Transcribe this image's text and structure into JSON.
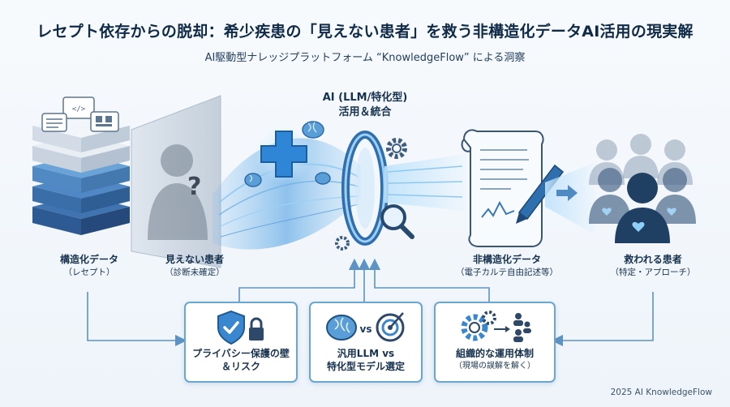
{
  "header": {
    "title": "レセプト依存からの脱却：希少疾患の「見えない患者」を救う非構造化データAI活用の現実解",
    "subtitle": "AI駆動型ナレッジプラットフォーム “KnowledgeFlow” による洞察"
  },
  "ai": {
    "line1": "AI (LLM/特化型)",
    "line2": "活用＆統合"
  },
  "nodes": {
    "structured": {
      "label": "構造化データ",
      "sub": "（レセプト）"
    },
    "invisible": {
      "label": "見えない患者",
      "sub": "（診断未確定）"
    },
    "unstructured": {
      "label": "非構造化データ",
      "sub": "（電子カルテ自由記述等）"
    },
    "saved": {
      "label": "救われる患者",
      "sub": "（特定・アプローチ）"
    }
  },
  "challenges": [
    {
      "line1": "プライバシー保護の壁",
      "line2": "＆リスク",
      "icon": "shield-lock-icon"
    },
    {
      "line1": "汎用LLM vs",
      "line2": "特化型モデル選定",
      "icon": "brain-vs-target-icon",
      "vs": "vs"
    },
    {
      "line1": "組織的な運用体制",
      "line2": "（現場の誤解を解く）",
      "icon": "gears-people-icon"
    }
  ],
  "footer": {
    "text": "2025 AI KnowledgeFlow"
  },
  "colors": {
    "primary": "#2a6fb0",
    "accent": "#3aa0e6",
    "dark": "#1c3a5c",
    "card_border": "#6aa6cf"
  }
}
